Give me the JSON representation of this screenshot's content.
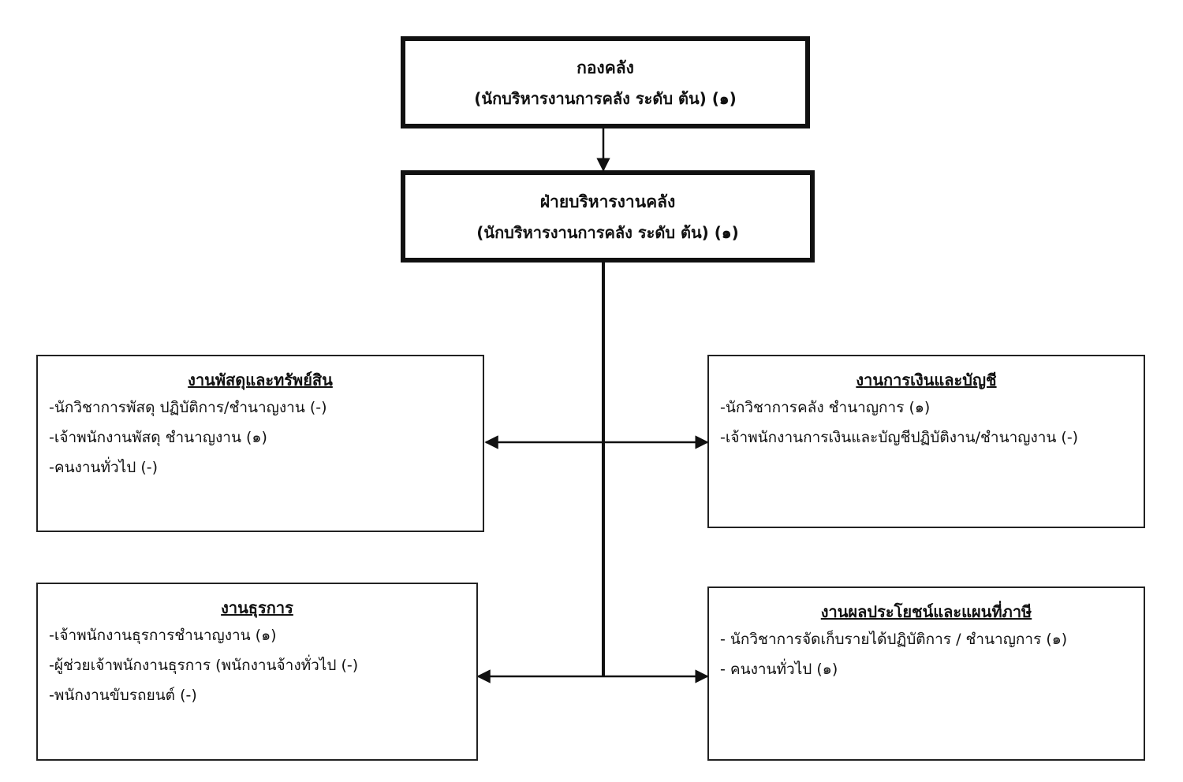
{
  "top": {
    "title": "กองคลัง",
    "subtitle": "(นักบริหารงานการคลัง  ระดับ ต้น) (๑)"
  },
  "division": {
    "title": "ฝ่ายบริหารงานคลัง",
    "subtitle": "(นักบริหารงานการคลัง ระดับ ต้น) (๑)"
  },
  "units": {
    "supplies": {
      "heading": "งานพัสดุและทรัพย์สิน",
      "items": [
        "-นักวิชาการพัสดุ ปฏิบัติการ/ชำนาญงาน (-)",
        "-เจ้าพนักงานพัสดุ ชำนาญงาน (๑)",
        "-คนงานทั่วไป (-)"
      ]
    },
    "finance": {
      "heading": "งานการเงินและบัญชี",
      "items": [
        "-นักวิชาการคลัง ชำนาญการ (๑)",
        "-เจ้าพนักงานการเงินและบัญชีปฏิบัติงาน/ชำนาญงาน  (-)"
      ]
    },
    "admin": {
      "heading": "งานธุรการ",
      "items": [
        "-เจ้าพนักงานธุรการชำนาญงาน (๑)",
        "-ผู้ช่วยเจ้าพนักงานธุรการ (พนักงานจ้างทั่วไป  (-)",
        "-พนักงานขับรถยนต์ (-)"
      ]
    },
    "revenue": {
      "heading": "งานผลประโยชน์และแผนที่ภาษี",
      "items": [
        "- นักวิชาการจัดเก็บรายได้ปฏิบัติการ / ชำนาญการ  (๑)",
        "- คนงานทั่วไป (๑)"
      ]
    }
  }
}
